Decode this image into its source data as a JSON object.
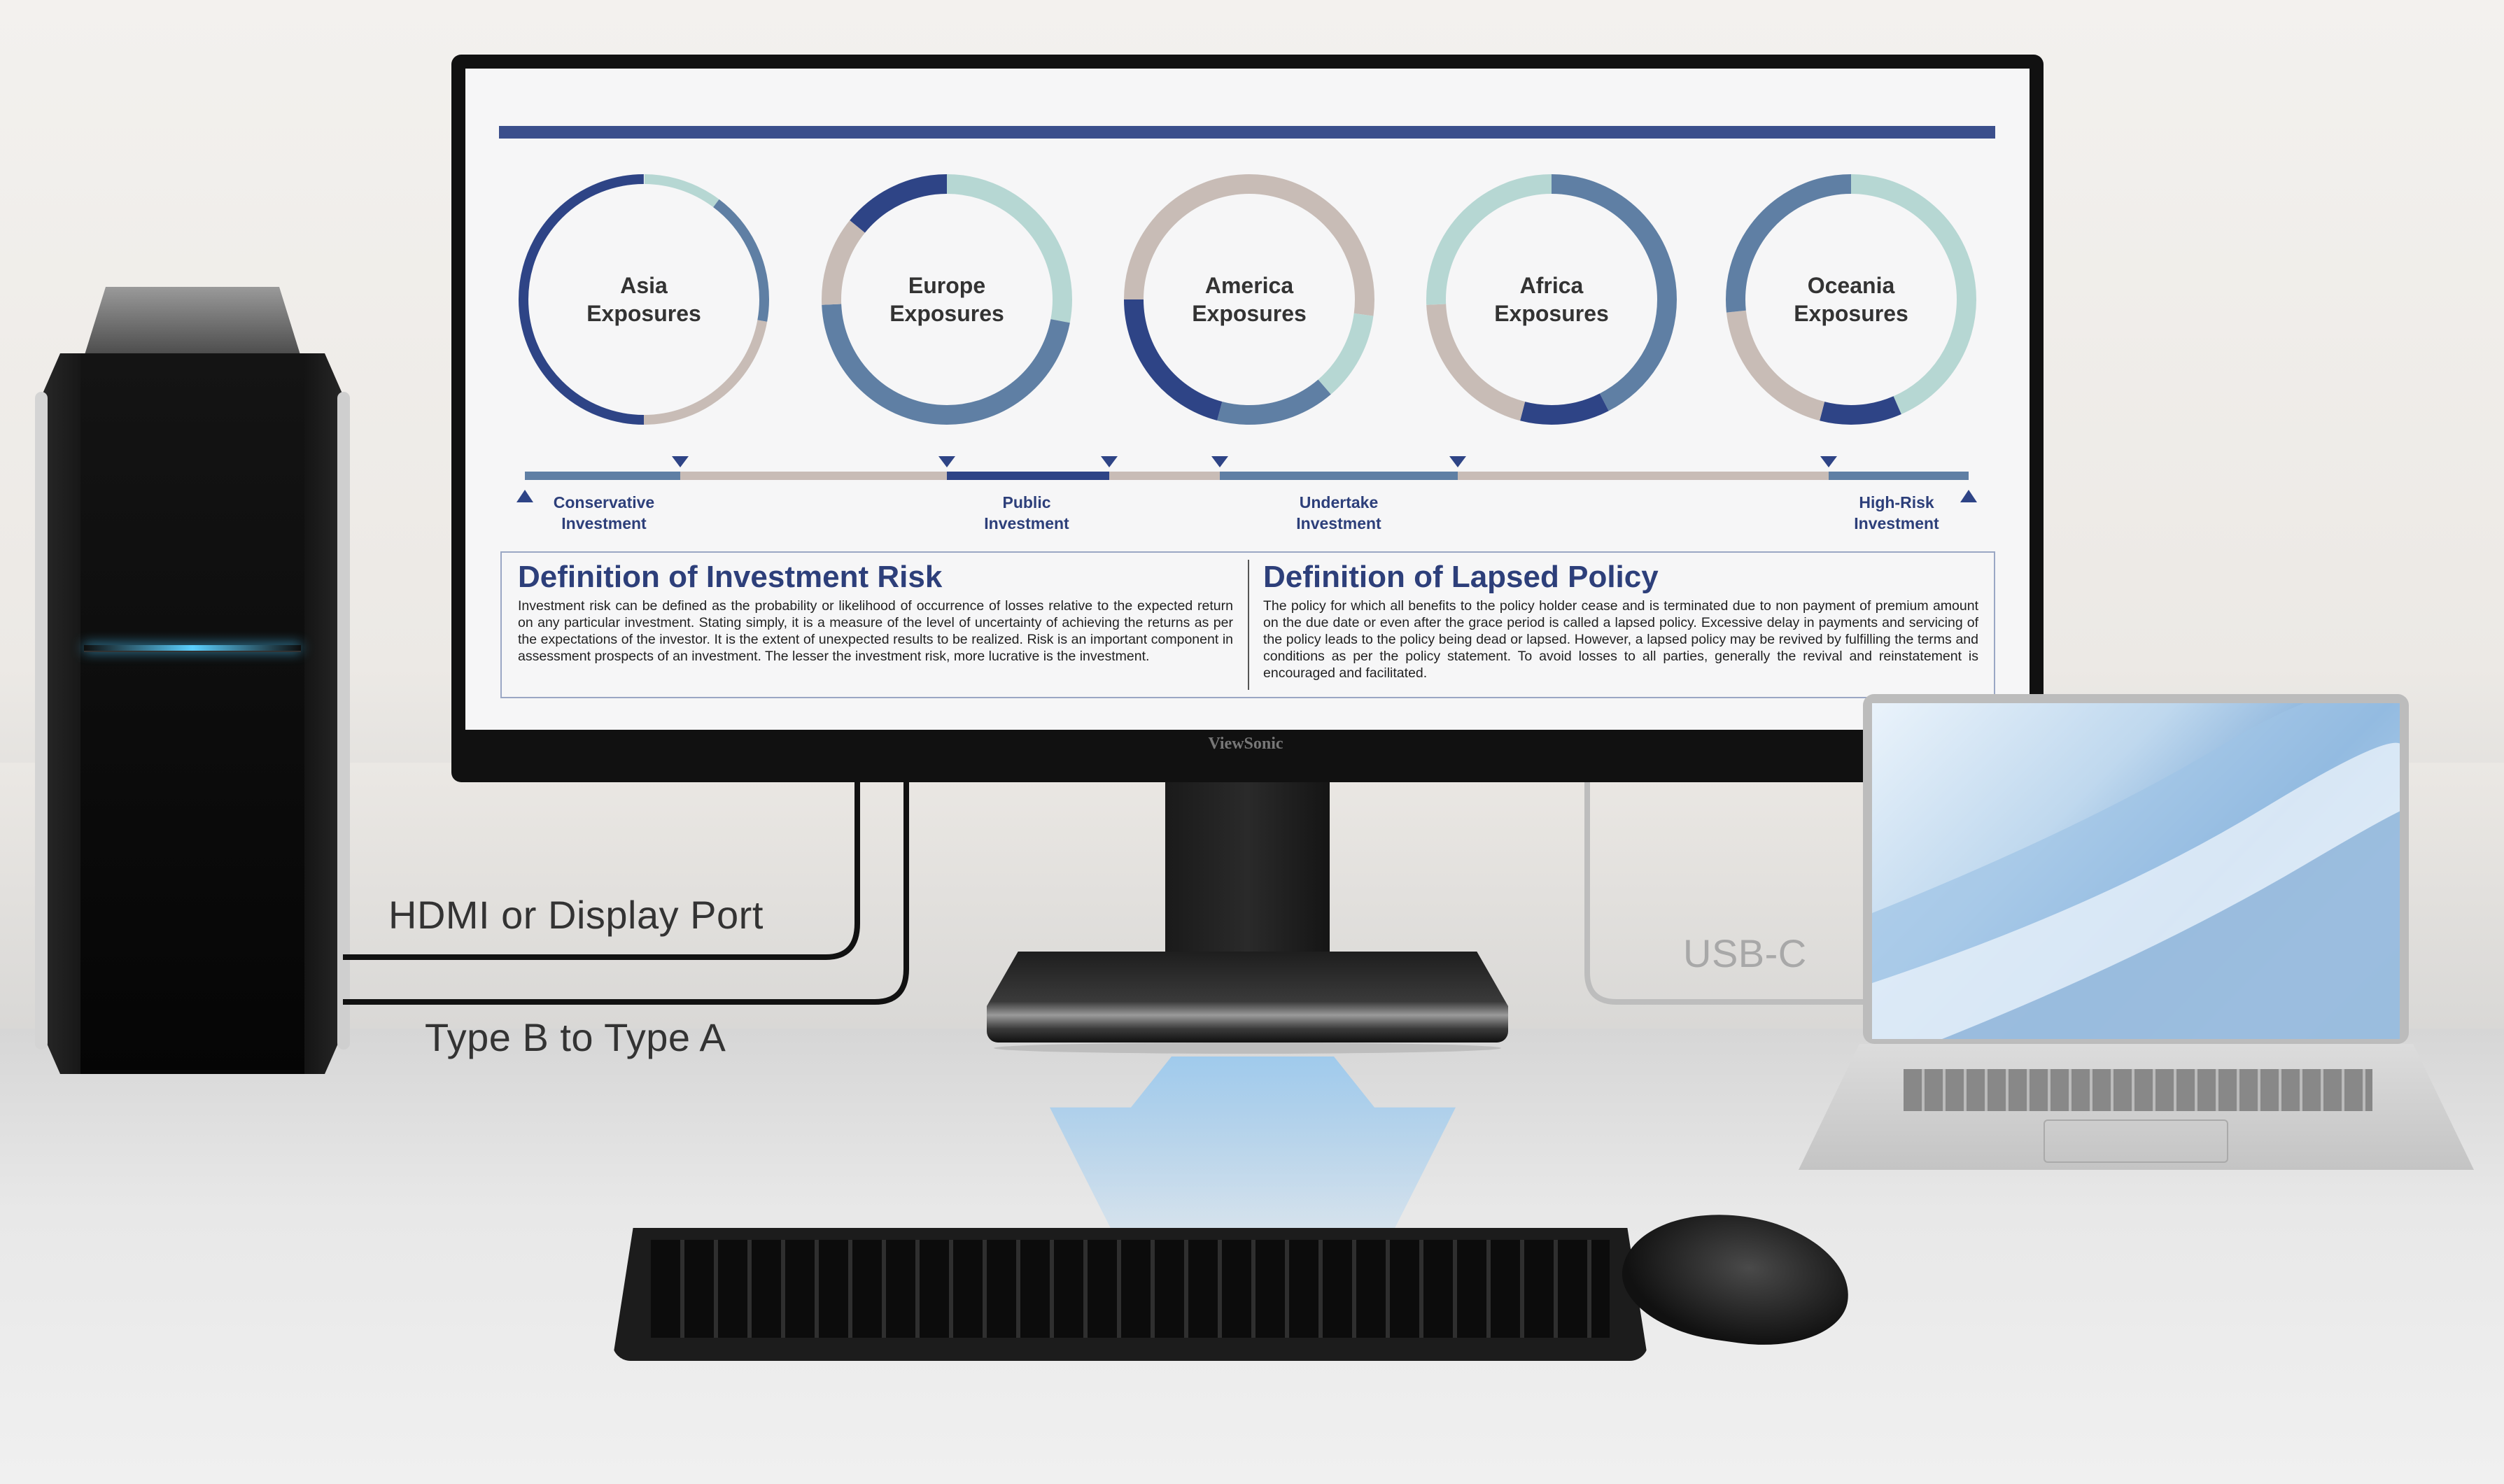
{
  "monitor": {
    "brand": "ViewSonic",
    "donuts": [
      {
        "line1": "Asia",
        "line2": "Exposures"
      },
      {
        "line1": "Europe",
        "line2": "Exposures"
      },
      {
        "line1": "America",
        "line2": "Exposures"
      },
      {
        "line1": "Africa",
        "line2": "Exposures"
      },
      {
        "line1": "Oceania",
        "line2": "Exposures"
      }
    ],
    "timeline": [
      {
        "line1": "Conservative",
        "line2": "Investment"
      },
      {
        "line1": "Public",
        "line2": "Investment"
      },
      {
        "line1": "Undertake",
        "line2": "Investment"
      },
      {
        "line1": "High-Risk",
        "line2": "Investment"
      }
    ],
    "definitions": [
      {
        "title": "Definition of Investment Risk",
        "text": "Investment risk can be defined as the probability or likelihood of occurrence of losses relative to the expected return on any particular investment. Stating simply, it is a measure of the level of uncertainty of achieving the returns as per the expectations of the investor. It is the extent of unexpected results to be realized. Risk is an important component in assessment prospects of an investment. The lesser the investment risk, more lucrative is the investment."
      },
      {
        "title": "Definition of Lapsed Policy",
        "text": "The policy for which all benefits to the policy holder cease and is terminated due to non payment of premium amount on the due date or even after the grace period is called a lapsed policy. Excessive delay in payments and servicing of the policy leads to the policy being dead or lapsed. However, a lapsed policy may be revived by fulfilling the terms and conditions as per the policy statement. To avoid losses to all parties, generally the revival and reinstatement is encouraged and facilitated."
      }
    ]
  },
  "cables": {
    "hdmi_label": "HDMI or Display Port",
    "usb_b_label": "Type B to Type A",
    "usbc_label": "USB-C"
  },
  "colors": {
    "navy": "#2e4486",
    "steel": "#5f7fa4",
    "mint": "#b6d7d3",
    "taupe": "#c8bcb6",
    "title": "#2d3f7a"
  }
}
